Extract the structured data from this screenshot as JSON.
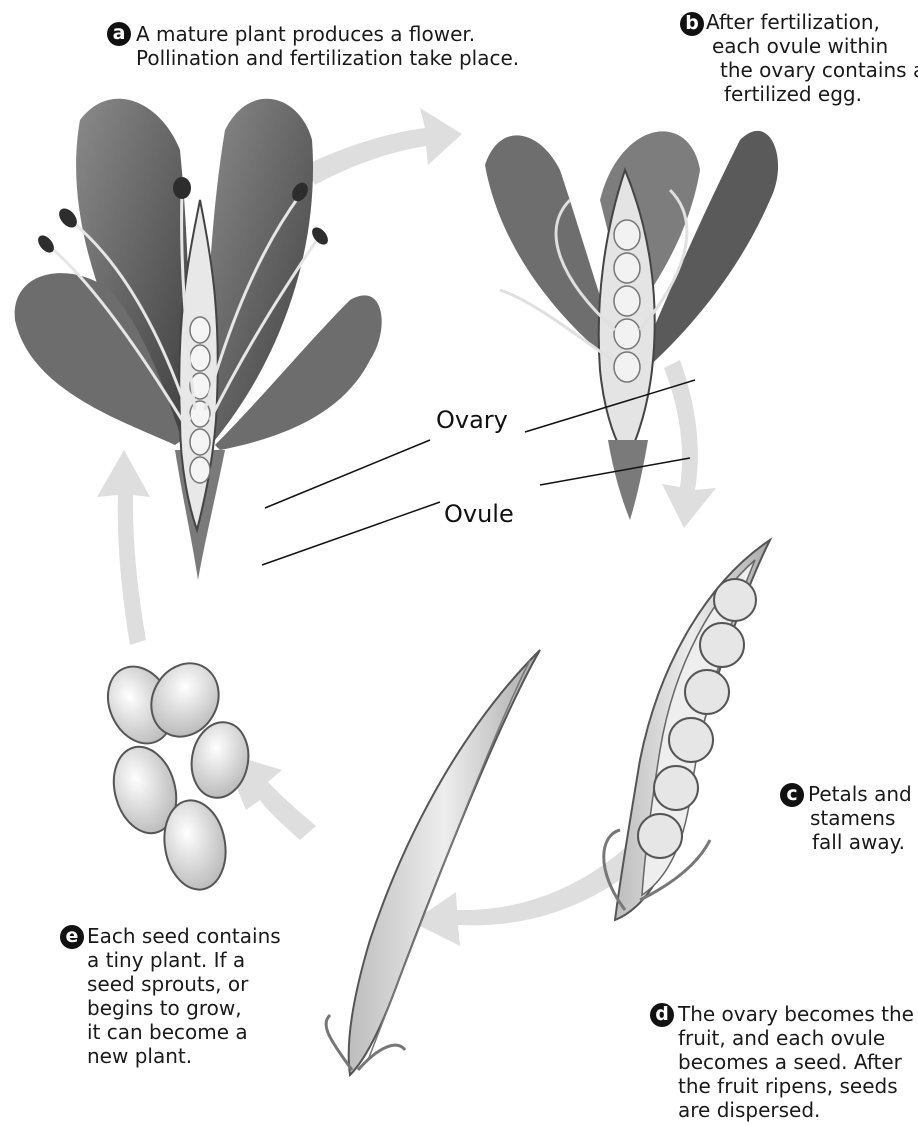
{
  "steps": {
    "a": {
      "letter": "a",
      "lines": [
        "A mature plant produces a flower.",
        "Pollination and fertilization take place."
      ]
    },
    "b": {
      "letter": "b",
      "lines": [
        "After fertilization,",
        "each ovule within",
        "the ovary contains a",
        "fertilized egg."
      ]
    },
    "c": {
      "letter": "c",
      "lines": [
        "Petals and",
        "stamens",
        "fall away."
      ]
    },
    "d": {
      "letter": "d",
      "lines": [
        "The ovary becomes the",
        "fruit, and each ovule",
        "becomes a seed. After",
        "the fruit ripens, seeds",
        "are dispersed."
      ]
    },
    "e": {
      "letter": "e",
      "lines": [
        "Each seed contains",
        "a tiny plant. If a",
        "seed sprouts, or",
        "begins to grow,",
        "it can become a",
        "new plant."
      ]
    }
  },
  "labels": {
    "ovary": "Ovary",
    "ovule": "Ovule"
  },
  "colors": {
    "arrow": "#dcdcdc",
    "petal": "#5e5e5e",
    "pod": "#d6d6d6",
    "seed": "#e4e4e4",
    "leader": "#111111"
  }
}
